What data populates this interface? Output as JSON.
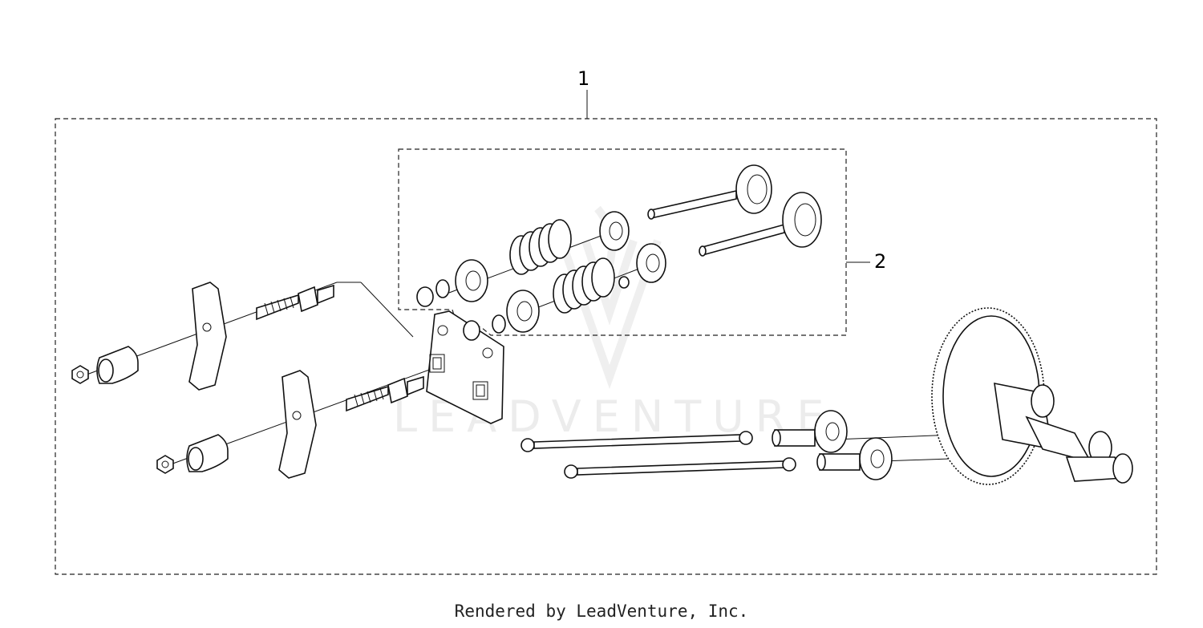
{
  "callouts": {
    "assembly_1": "1",
    "valve_kit_2": "2"
  },
  "watermark": {
    "text": "LEADVENTURE"
  },
  "footer": {
    "text": "Rendered by LeadVenture, Inc."
  },
  "colors": {
    "line": "#111111",
    "background": "#ffffff",
    "watermark": "#ececec"
  }
}
